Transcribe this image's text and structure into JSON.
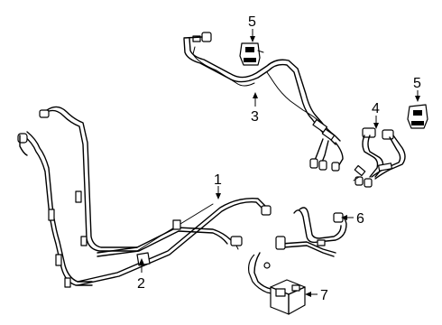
{
  "callouts": {
    "c1": "1",
    "c2": "2",
    "c3": "3",
    "c4": "4",
    "c5a": "5",
    "c5b": "5",
    "c6": "6",
    "c7": "7"
  }
}
